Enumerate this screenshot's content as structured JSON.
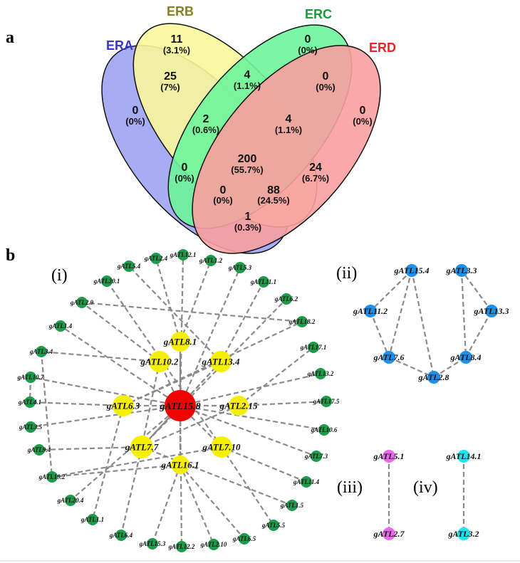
{
  "panel_labels": [
    "a",
    "b"
  ],
  "venn": {
    "sets": [
      {
        "name": "ERA",
        "color": "#3a34c9",
        "fill": "#9fa3f2"
      },
      {
        "name": "ERB",
        "color": "#8a7f1e",
        "fill": "#f9f79a"
      },
      {
        "name": "ERC",
        "color": "#1a9a36",
        "fill": "#6df59a"
      },
      {
        "name": "ERD",
        "color": "#e8262a",
        "fill": "#f8a0a0"
      }
    ],
    "regions": [
      {
        "count": "11",
        "pct": "(3.1%)"
      },
      {
        "count": "0",
        "pct": "(0%)"
      },
      {
        "count": "25",
        "pct": "(7%)"
      },
      {
        "count": "4",
        "pct": "(1.1%)"
      },
      {
        "count": "0",
        "pct": "(0%)"
      },
      {
        "count": "0",
        "pct": "(0%)"
      },
      {
        "count": "0",
        "pct": "(0%)"
      },
      {
        "count": "2",
        "pct": "(0.6%)"
      },
      {
        "count": "4",
        "pct": "(1.1%)"
      },
      {
        "count": "200",
        "pct": "(55.7%)"
      },
      {
        "count": "0",
        "pct": "(0%)"
      },
      {
        "count": "24",
        "pct": "(6.7%)"
      },
      {
        "count": "0",
        "pct": "(0%)"
      },
      {
        "count": "88",
        "pct": "(24.5%)"
      },
      {
        "count": "1",
        "pct": "(0.3%)"
      }
    ]
  },
  "networks": {
    "colors": {
      "peripheral": "#1d9a4a",
      "hub": "#f5f000",
      "center": "#f00000",
      "ii": "#1e90e8",
      "iii": "#ee66ee",
      "iv": "#22e0ee"
    },
    "subnetwork_labels": [
      "(i)",
      "(ii)",
      "(iii)",
      "(iv)"
    ],
    "i": {
      "nodes": [
        {
          "id": "gATL15.8",
          "label": "gATL15.8",
          "role": "center"
        },
        {
          "id": "gATL8.1",
          "label": "gATL8.1",
          "role": "hub"
        },
        {
          "id": "gATL10.2",
          "label": "gATL10.2",
          "role": "hub"
        },
        {
          "id": "gATL13.4",
          "label": "gATL13.4",
          "role": "hub"
        },
        {
          "id": "gATL6.3",
          "label": "gATL6.3",
          "role": "hub"
        },
        {
          "id": "gATL2.15",
          "label": "gATL2.15",
          "role": "hub"
        },
        {
          "id": "gATL7.7",
          "label": "gATL7.7",
          "role": "hub"
        },
        {
          "id": "gATL7.10",
          "label": "gATL7.10",
          "role": "hub"
        },
        {
          "id": "gATL16.1",
          "label": "gATL16.1",
          "role": "hub"
        },
        {
          "id": "gATL12.1",
          "label": "gATL12.1",
          "role": "peripheral"
        },
        {
          "id": "gATL1.2",
          "label": "gATL1.2",
          "role": "peripheral"
        },
        {
          "id": "gATL5.3",
          "label": "gATL5.3",
          "role": "peripheral"
        },
        {
          "id": "gATL11.1",
          "label": "gATL11.1",
          "role": "peripheral"
        },
        {
          "id": "gATL6.2",
          "label": "gATL6.2",
          "role": "peripheral"
        },
        {
          "id": "gATL18.2",
          "label": "gATL18.2",
          "role": "peripheral"
        },
        {
          "id": "gATL17.1",
          "label": "gATL17.1",
          "role": "peripheral"
        },
        {
          "id": "gATL13.2",
          "label": "gATL13.2",
          "role": "peripheral"
        },
        {
          "id": "gATL17.5",
          "label": "gATL17.5",
          "role": "peripheral"
        },
        {
          "id": "gATL10.6",
          "label": "gATL10.6",
          "role": "peripheral"
        },
        {
          "id": "gATL7.3",
          "label": "gATL7.3",
          "role": "peripheral"
        },
        {
          "id": "gATL11.4",
          "label": "gATL11.4",
          "role": "peripheral"
        },
        {
          "id": "gATL1.5",
          "label": "gATL1.5",
          "role": "peripheral"
        },
        {
          "id": "gATL5.5",
          "label": "gATL5.5",
          "role": "peripheral"
        },
        {
          "id": "gATL6.5",
          "label": "gATL6.5",
          "role": "peripheral"
        },
        {
          "id": "gATL2.10",
          "label": "gATL2.10",
          "role": "peripheral"
        },
        {
          "id": "gATL12.2",
          "label": "gATL12.2",
          "role": "peripheral"
        },
        {
          "id": "gATL15.3",
          "label": "gATL15.3",
          "role": "peripheral"
        },
        {
          "id": "gATL6.4",
          "label": "gATL6.4",
          "role": "peripheral"
        },
        {
          "id": "gATL1.1",
          "label": "gATL1.1",
          "role": "peripheral"
        },
        {
          "id": "gATL20.4",
          "label": "gATL20.4",
          "role": "peripheral"
        },
        {
          "id": "gATL19.2",
          "label": "gATL19.2",
          "role": "peripheral"
        },
        {
          "id": "gATL9.4",
          "label": "gATL9.4",
          "role": "peripheral"
        },
        {
          "id": "gATL3.5",
          "label": "gATL3.5",
          "role": "peripheral"
        },
        {
          "id": "gATL4.1",
          "label": "gATL4.1",
          "role": "peripheral"
        },
        {
          "id": "gATL10.7",
          "label": "gATL10.7",
          "role": "peripheral"
        },
        {
          "id": "gATL3.4",
          "label": "gATL3.4",
          "role": "peripheral"
        },
        {
          "id": "gATL1.4",
          "label": "gATL1.4",
          "role": "peripheral"
        },
        {
          "id": "gATL2.9",
          "label": "gATL2.9",
          "role": "peripheral"
        },
        {
          "id": "gATL20.1",
          "label": "gATL20.1",
          "role": "peripheral"
        },
        {
          "id": "gATL5.4",
          "label": "gATL5.4",
          "role": "peripheral"
        },
        {
          "id": "gATL2.4",
          "label": "gATL2.4",
          "role": "peripheral"
        }
      ],
      "edges": [
        [
          "gATL15.8",
          "gATL8.1"
        ],
        [
          "gATL15.8",
          "gATL10.2"
        ],
        [
          "gATL15.8",
          "gATL13.4"
        ],
        [
          "gATL15.8",
          "gATL6.3"
        ],
        [
          "gATL15.8",
          "gATL2.15"
        ],
        [
          "gATL15.8",
          "gATL7.7"
        ],
        [
          "gATL15.8",
          "gATL7.10"
        ],
        [
          "gATL15.8",
          "gATL16.1"
        ],
        [
          "gATL15.8",
          "gATL12.1"
        ],
        [
          "gATL15.8",
          "gATL5.3"
        ],
        [
          "gATL15.8",
          "gATL1.4"
        ],
        [
          "gATL15.8",
          "gATL10.7"
        ],
        [
          "gATL15.8",
          "gATL3.5"
        ],
        [
          "gATL15.8",
          "gATL13.2"
        ],
        [
          "gATL15.8",
          "gATL10.6"
        ],
        [
          "gATL15.8",
          "gATL7.3"
        ],
        [
          "gATL15.8",
          "gATL12.2"
        ],
        [
          "gATL15.8",
          "gATL20.4"
        ],
        [
          "gATL8.1",
          "gATL2.4"
        ],
        [
          "gATL8.1",
          "gATL1.2"
        ],
        [
          "gATL8.1",
          "gATL16.1"
        ],
        [
          "gATL10.2",
          "gATL2.9"
        ],
        [
          "gATL10.2",
          "gATL3.4"
        ],
        [
          "gATL10.2",
          "gATL7.7"
        ],
        [
          "gATL13.4",
          "gATL11.1"
        ],
        [
          "gATL13.4",
          "gATL5.4"
        ],
        [
          "gATL13.4",
          "gATL6.3"
        ],
        [
          "gATL13.4",
          "gATL7.7"
        ],
        [
          "gATL6.3",
          "gATL4.1"
        ],
        [
          "gATL6.3",
          "gATL18.2"
        ],
        [
          "gATL6.3",
          "gATL1.1"
        ],
        [
          "gATL2.15",
          "gATL17.5"
        ],
        [
          "gATL2.15",
          "gATL17.1"
        ],
        [
          "gATL2.15",
          "gATL7.7"
        ],
        [
          "gATL7.7",
          "gATL9.4"
        ],
        [
          "gATL7.7",
          "gATL6.4"
        ],
        [
          "gATL7.7",
          "gATL1.5"
        ],
        [
          "gATL7.7",
          "gATL6.2"
        ],
        [
          "gATL7.10",
          "gATL20.1"
        ],
        [
          "gATL7.10",
          "gATL11.4"
        ],
        [
          "gATL7.10",
          "gATL19.2"
        ],
        [
          "gATL7.10",
          "gATL5.5"
        ],
        [
          "gATL16.1",
          "gATL15.3"
        ],
        [
          "gATL16.1",
          "gATL2.10"
        ],
        [
          "gATL16.1",
          "gATL19.2"
        ],
        [
          "gATL16.1",
          "gATL6.5"
        ],
        [
          "gATL2.9",
          "gATL18.2"
        ],
        [
          "gATL3.4",
          "gATL19.2"
        ],
        [
          "gATL10.7",
          "gATL4.1"
        ]
      ]
    },
    "ii": {
      "nodes": [
        {
          "id": "gATL15.4",
          "label": "gATL15.4"
        },
        {
          "id": "gATL11.2",
          "label": "gATL11.2"
        },
        {
          "id": "gATL7.6",
          "label": "gATL7.6"
        },
        {
          "id": "gATL2.8",
          "label": "gATL2.8"
        },
        {
          "id": "gATL3.3",
          "label": "gATL3.3"
        },
        {
          "id": "gATL13.3",
          "label": "gATL13.3"
        },
        {
          "id": "gATL8.4",
          "label": "gATL8.4"
        }
      ],
      "edges": [
        [
          "gATL15.4",
          "gATL11.2"
        ],
        [
          "gATL15.4",
          "gATL7.6"
        ],
        [
          "gATL15.4",
          "gATL2.8"
        ],
        [
          "gATL11.2",
          "gATL7.6"
        ],
        [
          "gATL7.6",
          "gATL2.8"
        ],
        [
          "gATL2.8",
          "gATL8.4"
        ],
        [
          "gATL8.4",
          "gATL13.3"
        ],
        [
          "gATL13.3",
          "gATL3.3"
        ],
        [
          "gATL3.3",
          "gATL8.4"
        ]
      ]
    },
    "iii": {
      "nodes": [
        {
          "id": "gATL5.1",
          "label": "gATL5.1"
        },
        {
          "id": "gATL2.7",
          "label": "gATL2.7"
        }
      ],
      "edges": [
        [
          "gATL5.1",
          "gATL2.7"
        ]
      ]
    },
    "iv": {
      "nodes": [
        {
          "id": "gATL14.1",
          "label": "gATL14.1"
        },
        {
          "id": "gATL3.2",
          "label": "gATL3.2"
        }
      ],
      "edges": [
        [
          "gATL14.1",
          "gATL3.2"
        ]
      ]
    }
  }
}
